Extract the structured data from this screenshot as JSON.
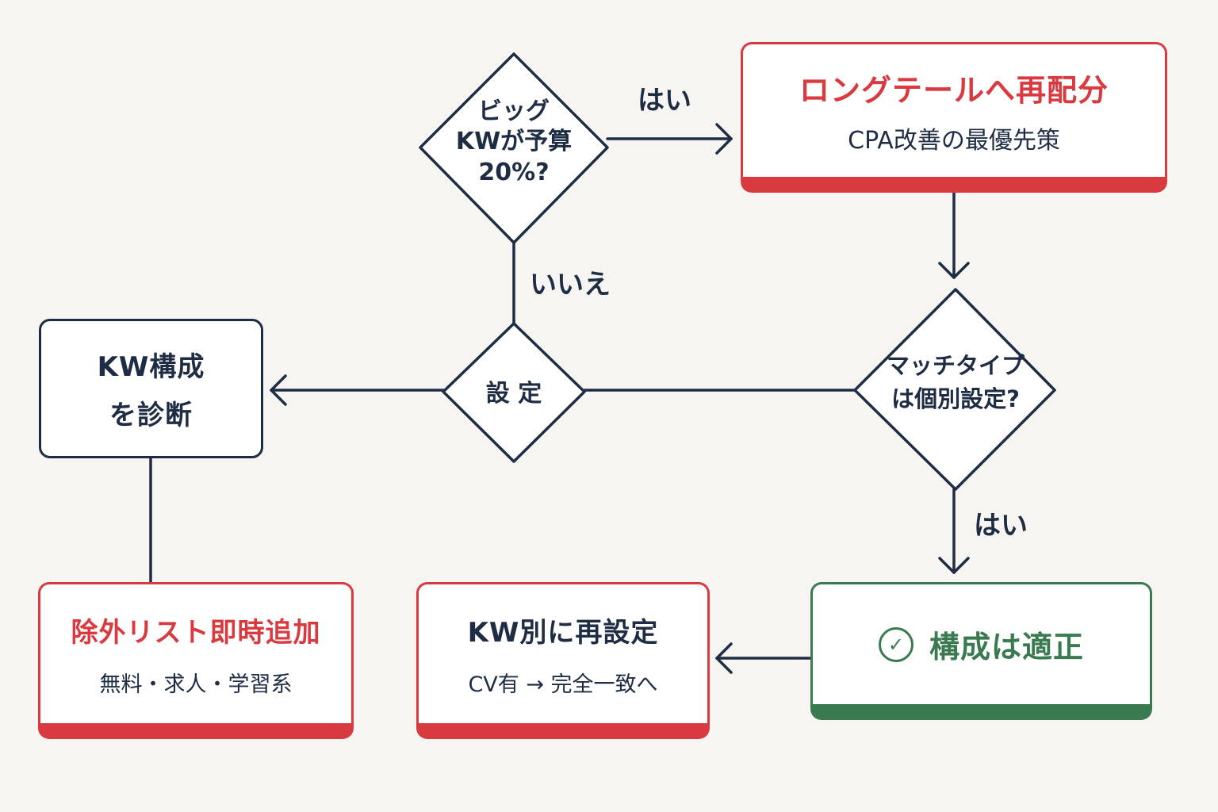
{
  "decisions": {
    "big_kw": [
      "ビッグ",
      "KWが予算",
      "20%?"
    ],
    "middle": "設 定",
    "match_type": [
      "マッチタイプ",
      "は個別設定?"
    ]
  },
  "edges": {
    "yes_top": "はい",
    "no": "いいえ",
    "yes_right": "はい"
  },
  "boxes": {
    "longtail": {
      "title": "ロングテールへ再配分",
      "sub": "CPA改善の最優先策"
    },
    "kw_diag": {
      "line1": "KW構成",
      "line2": "を診断"
    },
    "exclude": {
      "title": "除外リスト即時追加",
      "sub": "無料・求人・学習系"
    },
    "reset": {
      "title": "KW別に再設定",
      "sub": "CV有 → 完全一致へ"
    },
    "proper": {
      "title": "構成は適正",
      "icon": "check-circle-icon"
    }
  },
  "colors": {
    "navy": "#1f2d44",
    "red": "#d93a40",
    "green": "#3a7a50",
    "background": "#f6f5f2"
  }
}
